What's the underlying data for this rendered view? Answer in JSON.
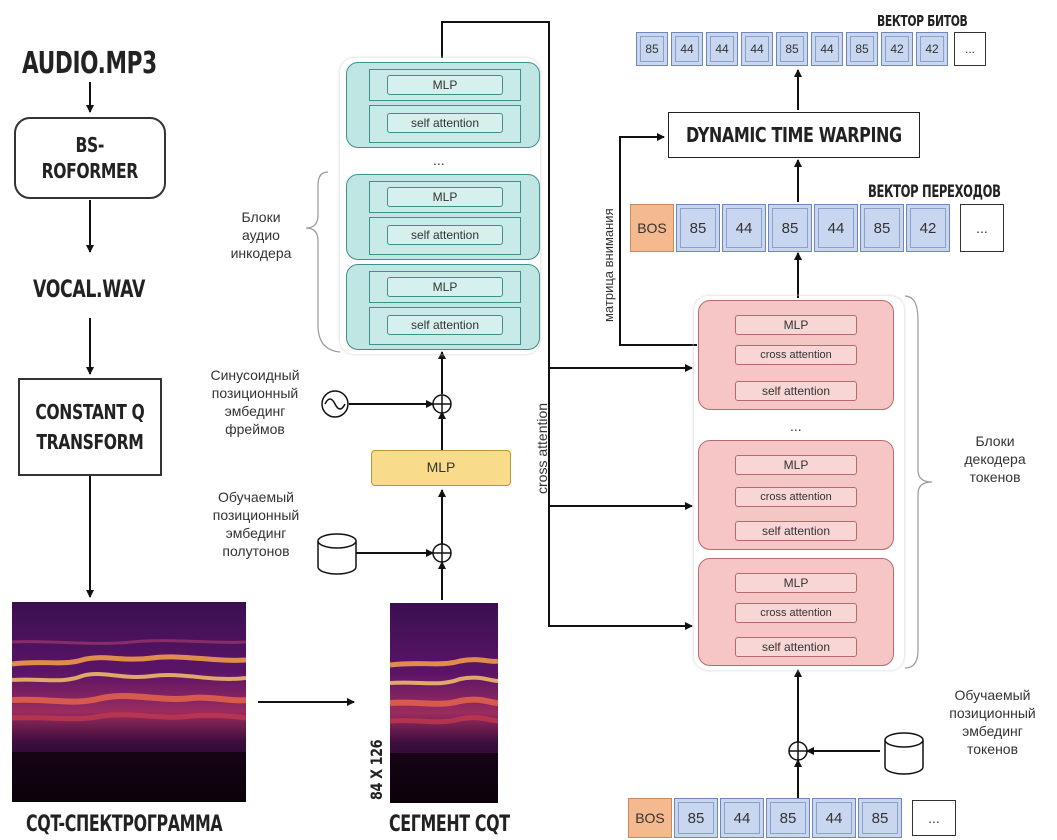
{
  "pipeline": {
    "audio_mp3": "AUDIO.MP3",
    "bs_roformer": [
      "BS-",
      "ROFORMER"
    ],
    "vocal_wav": "VOCAL.WAV",
    "cqt": [
      "CONSTANT Q",
      "TRANSFORM"
    ],
    "cqt_spectrogram": "CQT-СПЕКТРОГРАММА",
    "cqt_segment": "СЕГМЕНТ CQT",
    "segment_size": "84 X 126"
  },
  "encoder": {
    "label": [
      "Блоки",
      "аудио",
      "инкодера"
    ],
    "mlp": "MLP",
    "self_attention": "self attention",
    "ellipsis": "...",
    "input_mlp": "MLP",
    "sinusoidal_label": [
      "Синусоидный",
      "позиционный",
      "эмбединг",
      "фреймов"
    ],
    "learned_semitone_label": [
      "Обучаемый",
      "позиционный",
      "эмбединг",
      "полутонов"
    ]
  },
  "cross_attention_label": "cross attention",
  "attention_matrix_label": "матрица внимания",
  "decoder": {
    "label": [
      "Блоки",
      "декодера",
      "токенов"
    ],
    "mlp": "MLP",
    "cross_attention": "cross attention",
    "self_attention": "self attention",
    "ellipsis": "...",
    "learned_token_label": [
      "Обучаемый",
      "позиционный",
      "эмбединг",
      "токенов"
    ]
  },
  "dtw": "DYNAMIC TIME WARPING",
  "beat_vector": {
    "title": "ВЕКТОР БИТОВ",
    "tokens": [
      "85",
      "44",
      "44",
      "44",
      "85",
      "44",
      "85",
      "42",
      "42",
      "..."
    ]
  },
  "transition_vector": {
    "title": "ВЕКТОР ПЕРЕХОДОВ",
    "tokens": [
      "BOS",
      "85",
      "44",
      "85",
      "44",
      "85",
      "42",
      "..."
    ]
  },
  "input_tokens": {
    "tokens": [
      "BOS",
      "85",
      "44",
      "85",
      "44",
      "85",
      "..."
    ]
  },
  "colors": {
    "encoder_fill": "#bfe6e3",
    "encoder_border": "#3f8f8c",
    "decoder_fill": "#f6c6c6",
    "decoder_border": "#b56b6b",
    "mlp_fill": "#f8dc8c",
    "token_fill": "#c9d6ef",
    "bos_fill": "#f4b98f"
  }
}
